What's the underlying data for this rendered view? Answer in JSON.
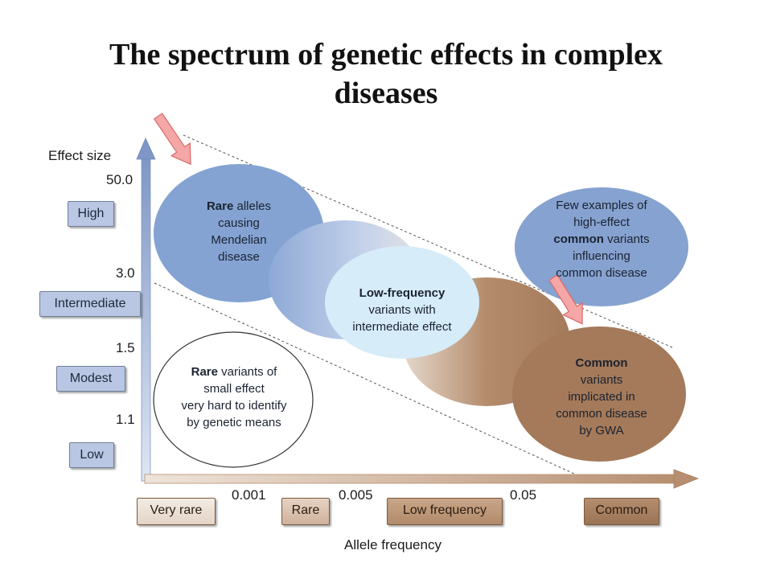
{
  "title_line1": "The spectrum of genetic effects in complex",
  "title_line2": "diseases",
  "y_axis": {
    "title": "Effect size",
    "ticks": [
      "50.0",
      "3.0",
      "1.5",
      "1.1"
    ],
    "categories": [
      "High",
      "Intermediate",
      "Modest",
      "Low"
    ]
  },
  "x_axis": {
    "title": "Allele frequency",
    "ticks": [
      "0.001",
      "0.005",
      "0.05"
    ],
    "categories": [
      "Very rare",
      "Rare",
      "Low frequency",
      "Common"
    ]
  },
  "bubbles": {
    "rare_mendelian": {
      "bold": "Rare",
      "rest": " alleles",
      "l2": "causing",
      "l3": "Mendelian",
      "l4": "disease"
    },
    "low_freq": {
      "bold": "Low-frequency",
      "l2": "variants with",
      "l3": "intermediate effect"
    },
    "few_examples": {
      "l1": "Few examples of",
      "l2": "high-effect",
      "bold": "common",
      "rest": " variants",
      "l4": "influencing",
      "l5": "common disease"
    },
    "common": {
      "bold": "Common",
      "l2": "variants",
      "l3": "implicated in",
      "l4": "common disease",
      "l5": "by GWA"
    },
    "rare_small": {
      "bold": "Rare",
      "rest": " variants of",
      "l2": "small effect",
      "l3": "very hard to identify",
      "l4": "by genetic means"
    }
  },
  "colors": {
    "blue_bubble": "#7f9fd0",
    "light_bubble": "#d7edf8",
    "brown_bubble": "#a47a5a",
    "axis_blue": "#7f97c6",
    "axis_brown": "#b78f70",
    "pink_arrow": "#f5a6a6"
  }
}
